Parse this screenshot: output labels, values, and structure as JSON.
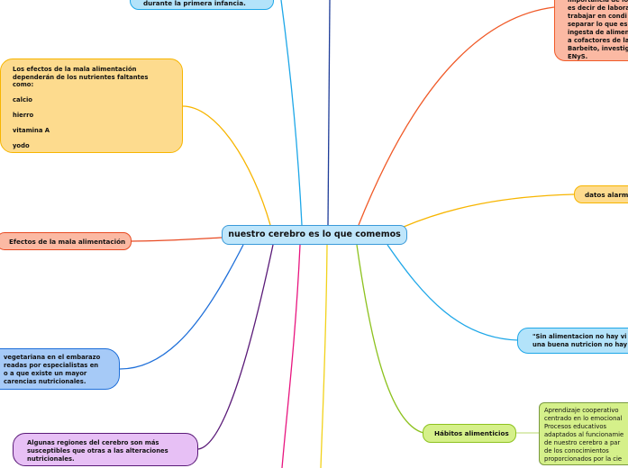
{
  "central": {
    "label": "nuestro cerebro es lo que comemos"
  },
  "nodes": {
    "infancia": "durante la primera infancia.",
    "efectos_detalle": "Los efectos de la mala alimentación\ndependerán de los nutrientes faltantes\ncomo:\n\ncalcio\n\nhierro\n\nvitamina A\n\nyodo",
    "efectos": "Efectos de la mala alimentación",
    "vegetariana": "vegetariana en el embarazo\nreadas por especialistas en\no a que existe un mayor\ncarencias nutricionales.",
    "regiones": "Algunas regiones del cerebro son más\nsusceptibles que otras a las alteraciones\nnutricionales.",
    "importancia": "importancia de lo\nes decir de labora\ntrabajar en condi\nseparar lo que es\ningesta de alimen\na cofactores de la\nBarbeito, investig\nENyS.",
    "datos": "datos alarma",
    "sin_alimentacion": "\"Sin alimentacion no hay vi\nuna buena nutricion no hay",
    "habitos": "Hábitos alimenticios",
    "aprendizaje": "Aprendizaje cooperativo\ncentrado en lo emocional\nProcesos educativos\nadaptados al funcionamie\nde nuestro cerebro a par\nde los conocimientos\nproporcionados por la cie"
  },
  "colors": {
    "lightblue": "#1ea7e8",
    "navy": "#1f3d99",
    "orange": "#f05a28",
    "yellow": "#f7b500",
    "green": "#8dc21f",
    "pink": "#e8157f",
    "purple": "#5a1a78",
    "blue": "#1e6fd9",
    "red": "#e84a22"
  }
}
